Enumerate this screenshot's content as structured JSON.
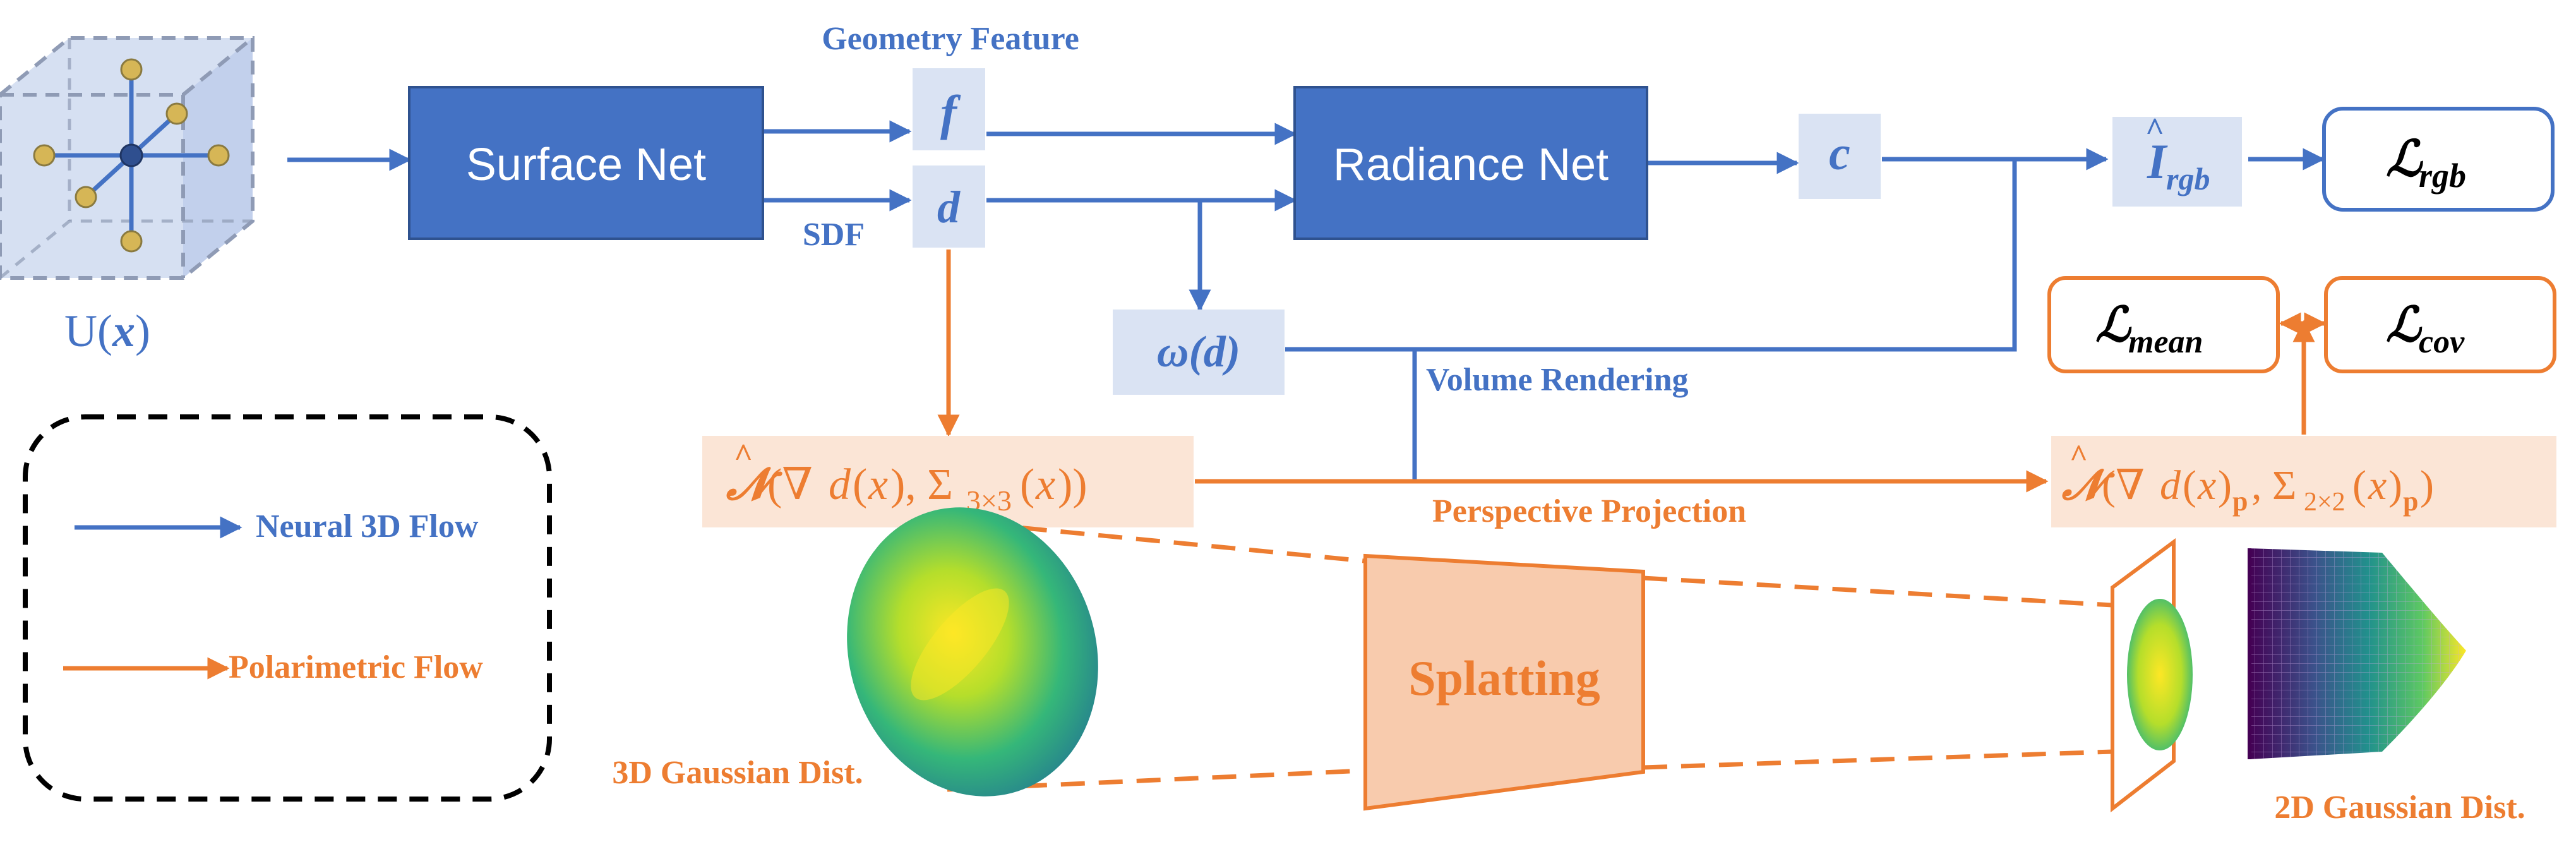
{
  "colors": {
    "blue": "#4472c4",
    "light_blue_box": "#dae3f3",
    "orange": "#ed7d31",
    "light_orange_box": "#fbe5d6",
    "splat_fill": "#f8cbad",
    "dash_black": "#000000"
  },
  "input": {
    "label": "U(x)",
    "icon": "cube-with-sample-points-icon"
  },
  "nets": {
    "surface": "Surface Net",
    "radiance": "Radiance Net"
  },
  "variables": {
    "f": "f",
    "d": "d",
    "c": "c",
    "omega": "ω(d)",
    "i_rgb": "Î_rgb"
  },
  "labels": {
    "geometry_feature": "Geometry Feature",
    "sdf": "SDF",
    "volume_rendering": "Volume Rendering",
    "perspective_projection": "Perspective Projection",
    "splatting": "Splatting",
    "gauss3d": "3D Gaussian Dist.",
    "gauss2d": "2D Gaussian Dist."
  },
  "formulas": {
    "n3": "N̂(∇d(x), Σ3×3(x))",
    "n2": "N̂(∇d(x)p, Σ2×2(x)p)"
  },
  "losses": {
    "rgb": "L_rgb",
    "mean": "L_mean",
    "cov": "L_cov"
  },
  "legend": {
    "neural": "Neural 3D Flow",
    "polarimetric": "Polarimetric Flow"
  }
}
